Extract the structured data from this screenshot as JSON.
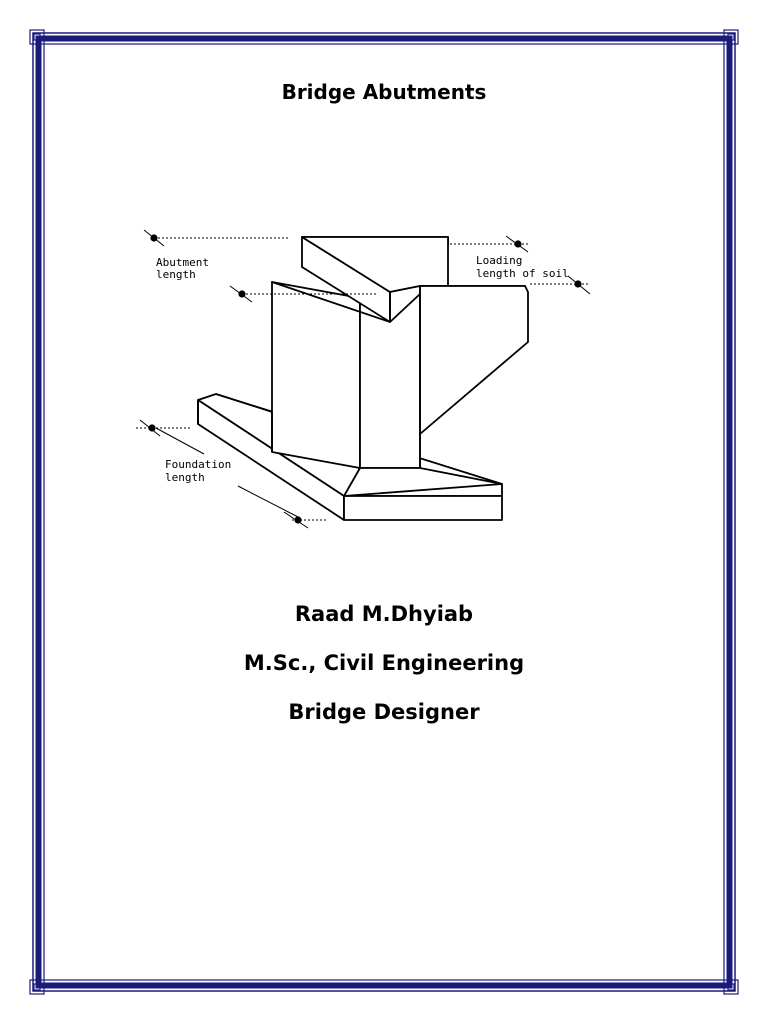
{
  "document": {
    "title": "Bridge Abutments"
  },
  "figure": {
    "labels": {
      "abutment_length": [
        "Abutment",
        "length"
      ],
      "loading_length_of_soil": [
        "Loading",
        "length of soil"
      ],
      "foundation_length": [
        "Foundation",
        "length"
      ]
    }
  },
  "author": {
    "name": "Raad M.Dhyiab",
    "degree": "M.Sc., Civil Engineering",
    "role": "Bridge Designer"
  },
  "colors": {
    "border": "#1a1a7a",
    "text": "#000000"
  }
}
